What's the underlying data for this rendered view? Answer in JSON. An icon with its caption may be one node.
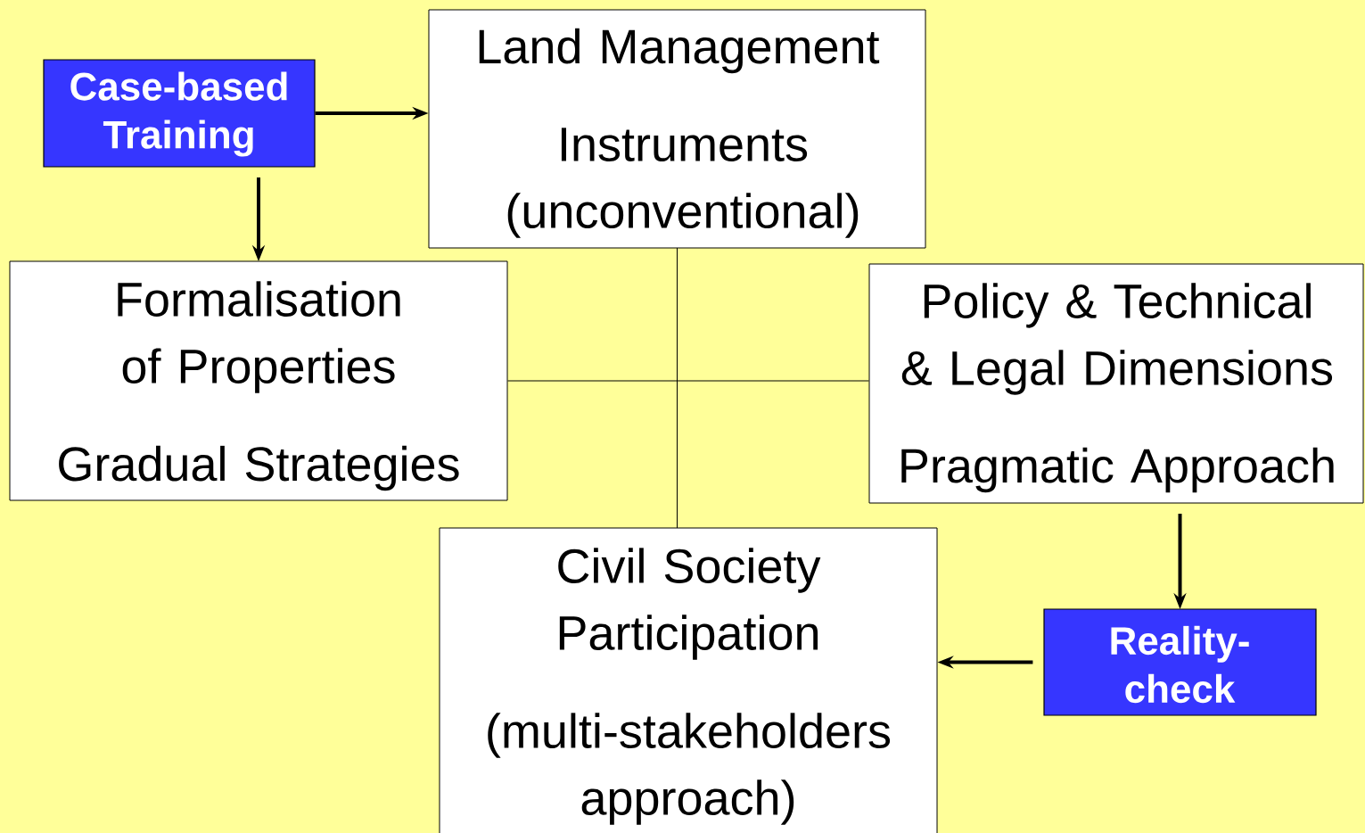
{
  "diagram": {
    "nodes": [
      {
        "text": [
          "Case-based Training"
        ]
      },
      {
        "text": [
          "Land Management",
          "Instruments (unconventional)"
        ]
      },
      {
        "text": [
          "Formalisation of Properties",
          "Gradual Strategies"
        ]
      },
      {
        "text": [
          "Policy & Technical & Legal Dimensions",
          "Pragmatic Approach"
        ]
      },
      {
        "text": [
          "Civil Society Participation",
          "(multi-stakeholders approach)"
        ]
      },
      {
        "text": [
          "Reality-check"
        ]
      }
    ],
    "edges": [
      {
        "from": 0,
        "to": 1,
        "arrow": "to"
      },
      {
        "from": 0,
        "to": 2,
        "arrow": "to"
      },
      {
        "from": 1,
        "to": 4,
        "arrow": "none"
      },
      {
        "from": 2,
        "to": 3,
        "arrow": "none"
      },
      {
        "from": 3,
        "to": 5,
        "arrow": "to"
      },
      {
        "from": 5,
        "to": 4,
        "arrow": "to"
      }
    ]
  }
}
